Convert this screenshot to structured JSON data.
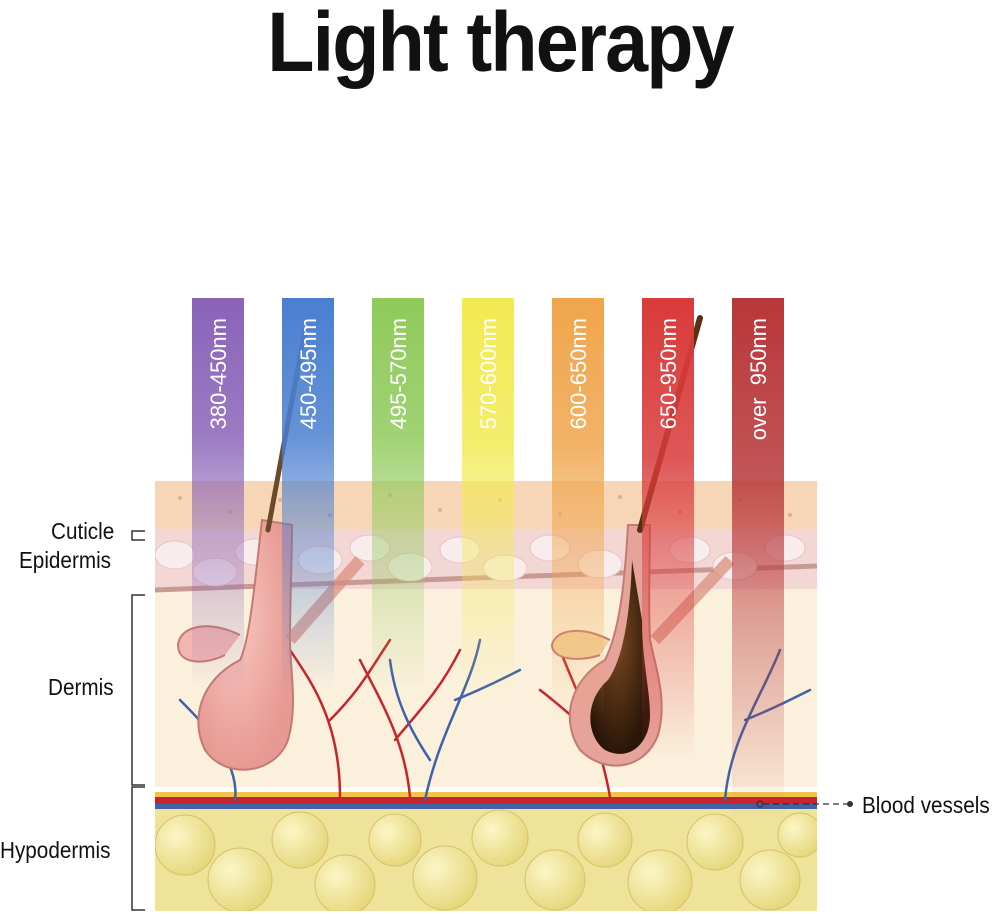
{
  "title": "Light therapy",
  "bands": [
    {
      "label": "380-450nm",
      "color": "#8a63b8"
    },
    {
      "label": "450-495nm",
      "color": "#4a7fd0"
    },
    {
      "label": "495-570nm",
      "color": "#8fca5a"
    },
    {
      "label": "570-600nm",
      "color": "#f2ea52"
    },
    {
      "label": "600-650nm",
      "color": "#f0a54c"
    },
    {
      "label": "650-950nm",
      "color": "#d93a3a"
    },
    {
      "label": "over  950nm",
      "color": "#b8373a"
    }
  ],
  "layers": {
    "cuticle": "Cuticle",
    "epidermis": "Epidermis",
    "dermis": "Dermis",
    "hypodermis": "Hypodermis"
  },
  "callout": "Blood vessels",
  "colors": {
    "skin_surface": "#f6d6b6",
    "dermis": "#fbf0dc",
    "fat": "#f0e58e",
    "artery": "#c8242b",
    "vein": "#3f62a8"
  }
}
